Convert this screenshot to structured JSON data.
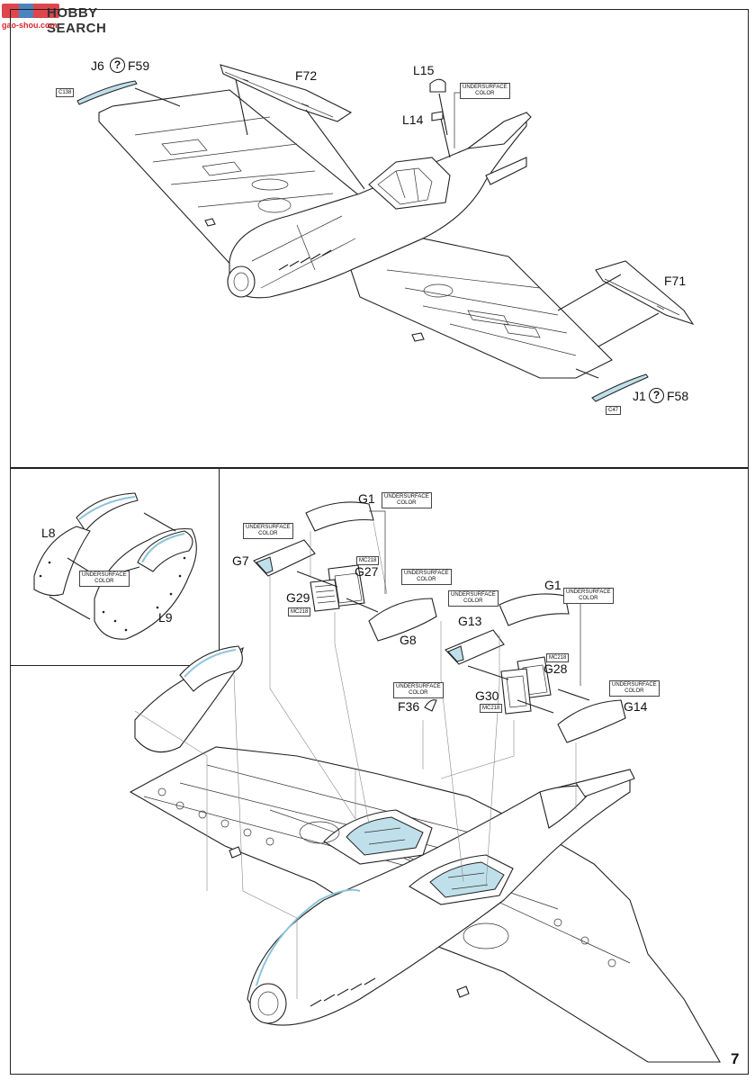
{
  "watermark": {
    "logo_text": "HOBBY SEARCH",
    "site_text": "gao-shou.com",
    "brand_colors": [
      "#d9262b",
      "#333333"
    ]
  },
  "page_number": "7",
  "top_panel": {
    "labels": {
      "j6": "J6",
      "f59": "F59",
      "c138": "C138",
      "f72": "F72",
      "l15": "L15",
      "l14": "L14",
      "f71": "F71",
      "j1": "J1",
      "f58": "F58",
      "c47": "C47"
    },
    "notes": {
      "undersurface_color": "UNDERSURFACE\nCOLOR"
    },
    "icon": "question-mark-icon"
  },
  "bottom_left_panel": {
    "labels": {
      "l8": "L8",
      "l9": "L9"
    },
    "notes": {
      "undersurface_color": "UNDERSURFACE\nCOLOR"
    }
  },
  "bottom_main": {
    "labels": {
      "g1a": "G1",
      "g7": "G7",
      "g27": "G27",
      "g29": "G29",
      "g8": "G8",
      "g1b": "G1",
      "g13": "G13",
      "g28": "G28",
      "g30": "G30",
      "g14": "G14",
      "f36": "F36"
    },
    "notes": {
      "undersurface_color": "UNDERSURFACE\nCOLOR",
      "mc218": "MC218"
    }
  },
  "colors": {
    "line": "#222222",
    "guide": "#888888",
    "part_blue": "#bfe0ea"
  }
}
